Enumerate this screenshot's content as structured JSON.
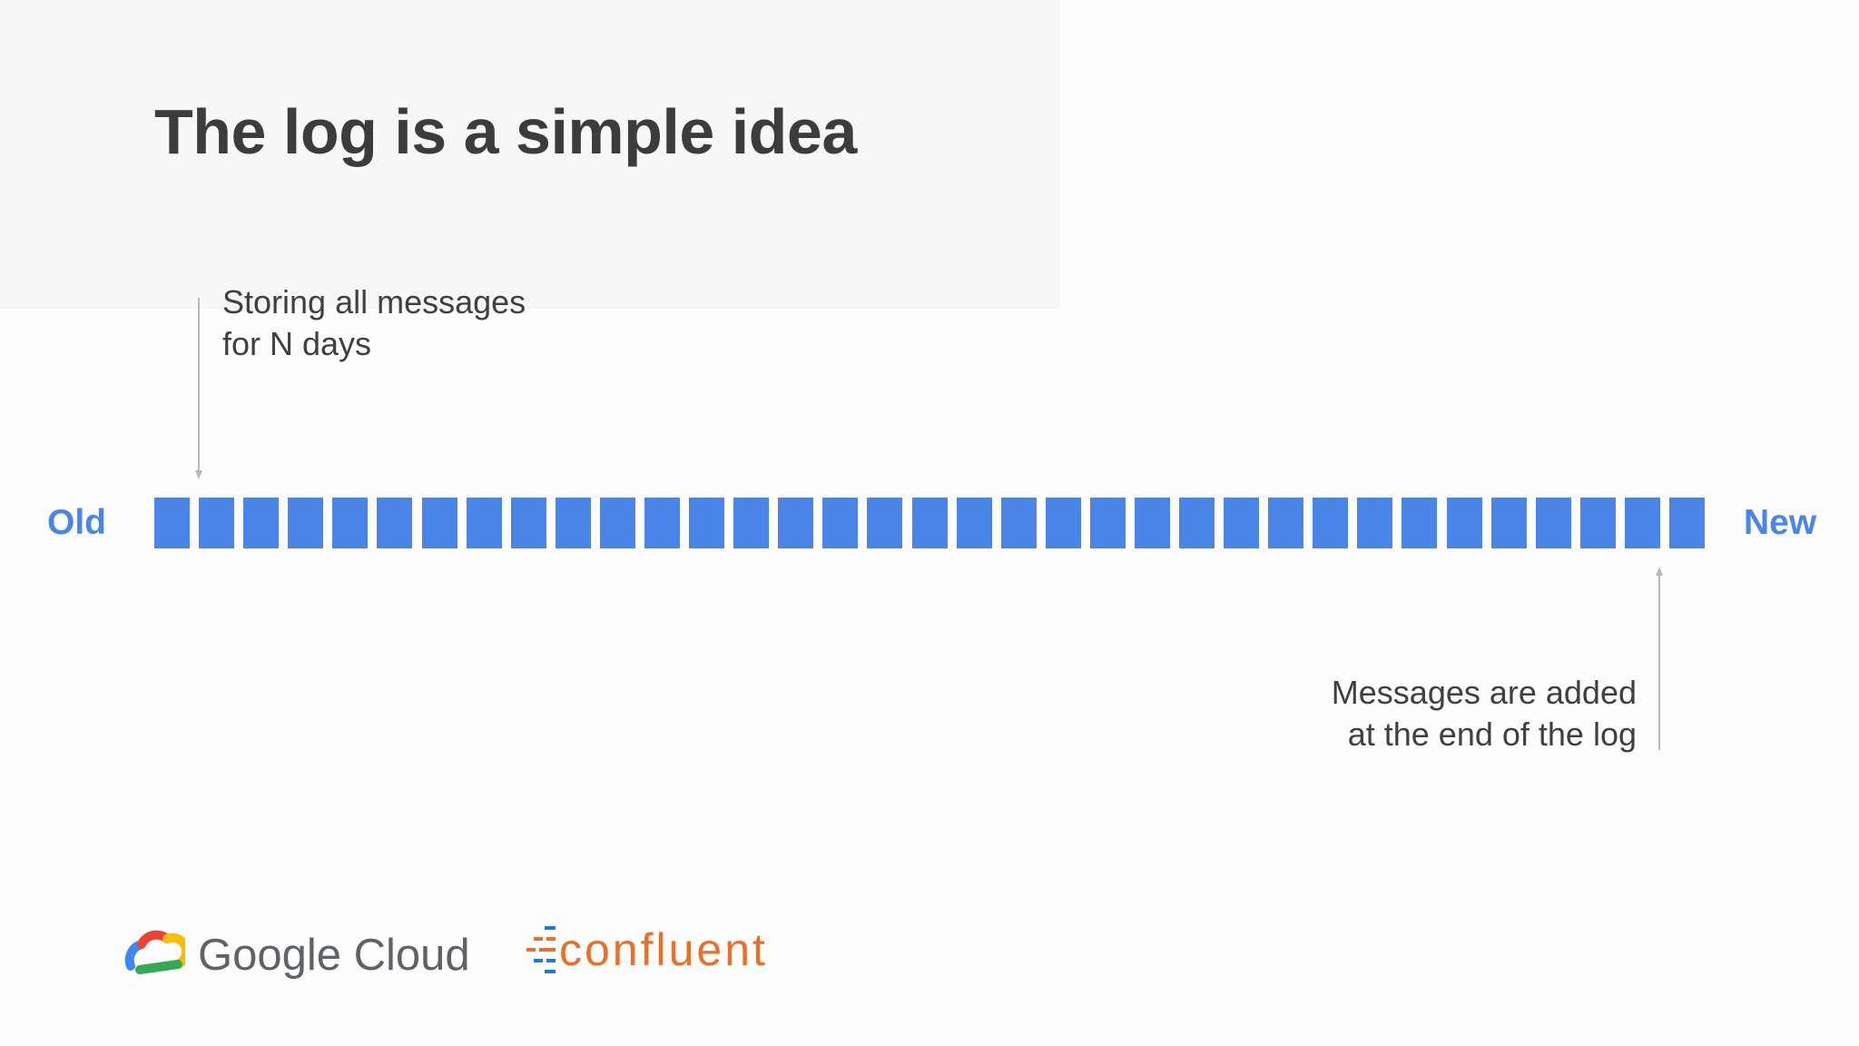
{
  "slide": {
    "title": "The log is a simple idea"
  },
  "log": {
    "start_label": "Old",
    "end_label": "New",
    "message_count": 35,
    "cell_color": "#4a86e8"
  },
  "annotations": {
    "retention": {
      "lines": [
        "Storing all messages",
        "for N days"
      ],
      "points_to": "oldest message"
    },
    "append": {
      "lines": [
        "Messages are added",
        "at the end of the log"
      ],
      "points_to": "newest message"
    }
  },
  "logos": {
    "google_cloud": {
      "text": "Google Cloud",
      "icon": "google-cloud-icon"
    },
    "confluent": {
      "text": "confluent",
      "icon": "confluent-icon",
      "color": "#e8702a"
    }
  },
  "colors": {
    "accent": "#4a86e8",
    "title": "#3c3c3c",
    "body_text": "#404040",
    "pointer": "#b8b8b8"
  }
}
